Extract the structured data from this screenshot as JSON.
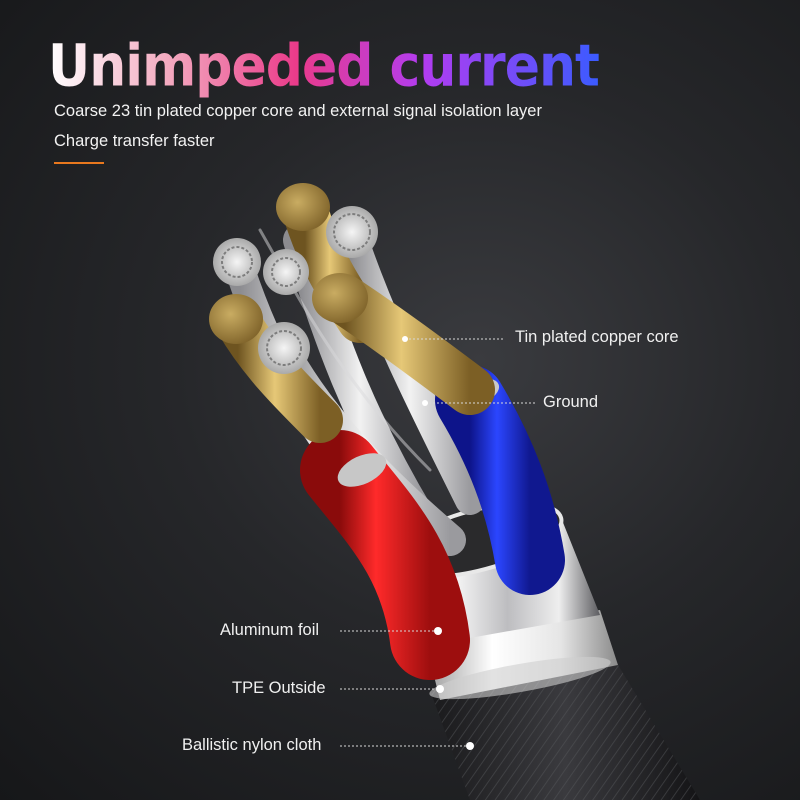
{
  "header": {
    "title": "Unimpeded current",
    "subtitle_line1": "Coarse 23 tin plated copper core and external signal isolation layer",
    "subtitle_line2": "Charge transfer faster",
    "accent_color": "#e8781e"
  },
  "labels": {
    "tin_core": "Tin plated copper core",
    "ground": "Ground",
    "aluminum": "Aluminum foil",
    "tpe": "TPE Outside",
    "nylon": "Ballistic nylon cloth"
  },
  "colors": {
    "red_wire": "#e01a1a",
    "blue_wire": "#1c2fe0",
    "copper": "#c9a24a"
  }
}
